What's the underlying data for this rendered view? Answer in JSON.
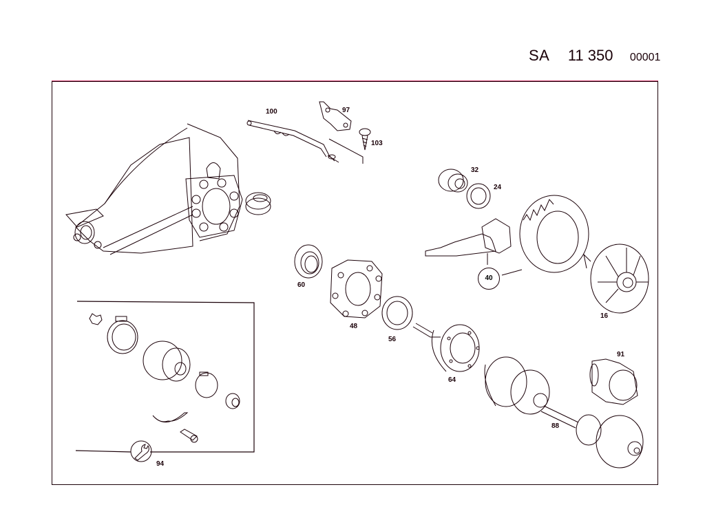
{
  "header": {
    "group_code": "SA",
    "group_number": "11 350",
    "sheet_number": "00001"
  },
  "colors": {
    "line": "#1a0008",
    "fringe": "#d8205a",
    "background": "#ffffff"
  },
  "callouts": [
    {
      "id": "100",
      "label": "100",
      "part": "bracket"
    },
    {
      "id": "97",
      "label": "97",
      "part": "holder"
    },
    {
      "id": "103",
      "label": "103",
      "part": "screw"
    },
    {
      "id": "32",
      "label": "32",
      "part": "taper-roller-bearing"
    },
    {
      "id": "24",
      "label": "24",
      "part": "shim-ring"
    },
    {
      "id": "40",
      "label": "40",
      "part": "ring-and-pinion-gear-set",
      "circled": true
    },
    {
      "id": "16",
      "label": "16",
      "part": "differential-housing"
    },
    {
      "id": "60",
      "label": "60",
      "part": "shaft-seal"
    },
    {
      "id": "48",
      "label": "48",
      "part": "bearing-cover"
    },
    {
      "id": "56",
      "label": "56",
      "part": "shaft-seal-ring"
    },
    {
      "id": "64",
      "label": "64",
      "part": "drive-flange"
    },
    {
      "id": "91",
      "label": "91",
      "part": "axle-boot"
    },
    {
      "id": "88",
      "label": "88",
      "part": "axle-shaft"
    },
    {
      "id": "94",
      "label": "94",
      "part": "repair-kit",
      "circled_icon": "wrench-icon"
    }
  ],
  "kit_box": {
    "label": "94",
    "icon": "wrench-icon",
    "contents": [
      "retaining-clip",
      "large-hose-clamp",
      "boot",
      "small-hose-clamp",
      "splined-hub",
      "locking-plate",
      "bolt"
    ]
  }
}
